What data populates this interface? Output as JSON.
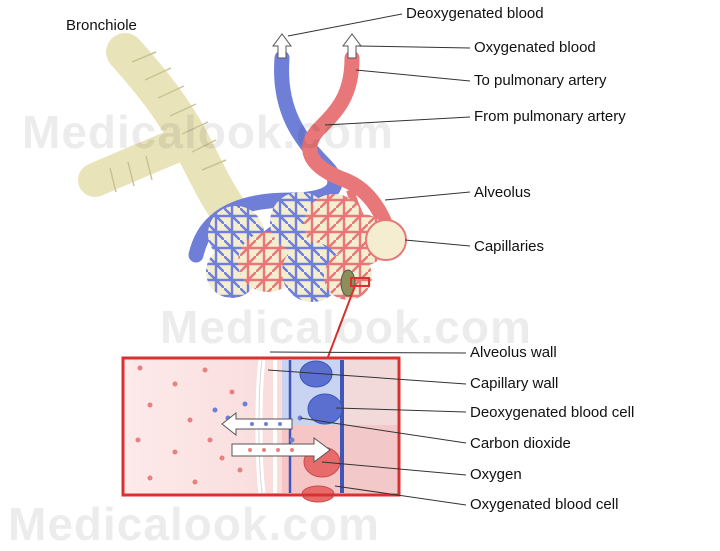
{
  "labels": {
    "bronchiole": "Bronchiole",
    "deoxygenated_blood": "Deoxygenated blood",
    "oxygenated_blood": "Oxygenated blood",
    "to_pulmonary_artery": "To pulmonary artery",
    "from_pulmonary_artery": "From pulmonary artery",
    "alveolus": "Alveolus",
    "capillaries": "Capillaries",
    "alveolus_wall": "Alveolus wall",
    "capillary_wall": "Capillary wall",
    "deoxygenated_blood_cell": "Deoxygenated blood cell",
    "carbon_dioxide": "Carbon dioxide",
    "oxygen": "Oxygen",
    "oxygenated_blood_cell": "Oxygenated blood cell"
  },
  "watermark": "Medicalook.com",
  "colors": {
    "deoxygenated": "#6f7fd8",
    "oxygenated": "#e8777a",
    "alveolus_tissue": "#f3eccc",
    "highlight_frame": "#d93030"
  }
}
